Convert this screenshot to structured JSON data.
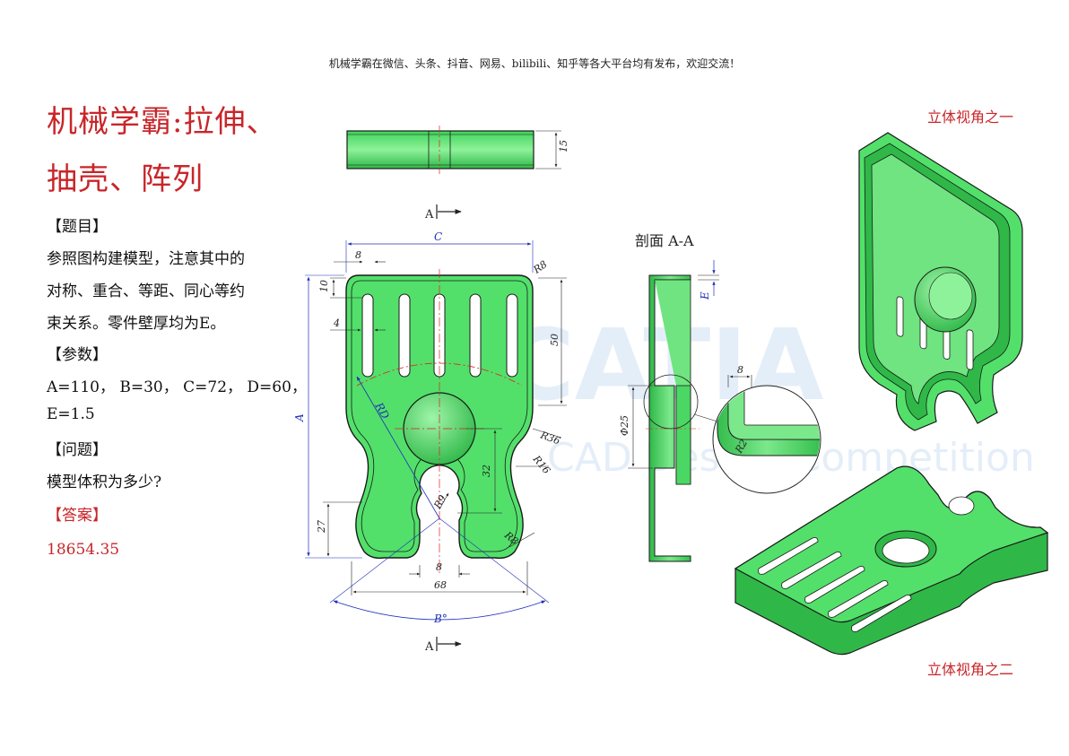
{
  "header": "机械学霸在微信、头条、抖音、网易、bilibili、知乎等各大平台均有发布，欢迎交流！",
  "title": {
    "line1": "机械学霸:拉伸、",
    "line2": "抽壳、阵列"
  },
  "problem": {
    "heading": "【题目】",
    "lines": [
      "参照图构建模型，注意其中的",
      "对称、重合、等距、同心等约",
      "束关系。零件壁厚均为E。"
    ]
  },
  "params": {
    "heading": "【参数】",
    "line1": "A=110， B=30， C=72， D=60，",
    "line2": "E=1.5"
  },
  "question": {
    "heading": "【问题】",
    "text": "模型体积为多少?"
  },
  "answer": {
    "heading": "【答案】",
    "value": "18654.35"
  },
  "drawing": {
    "section_mark": "A",
    "section_label": "剖面 A-A",
    "view_label_1": "立体视角之一",
    "view_label_2": "立体视角之二",
    "watermark": "CATIA",
    "watermark_sub": "CAD Design Competition",
    "dims": {
      "top_thickness": "15",
      "c": "C",
      "slot_w_top": "8",
      "r8_top": "R8",
      "slot_top_10": "10",
      "slot_w_4": "4",
      "slot_len_50": "50",
      "a": "A",
      "rd": "RD",
      "r36": "R36",
      "r16": "R16",
      "d32": "32",
      "r9": "R9",
      "d27": "27",
      "r8_bottom": "R8",
      "gap_8": "8",
      "w68": "68",
      "b": "B°",
      "sec_e": "E",
      "sec_8": "8",
      "sec_d25": "Φ25",
      "sec_r2": "R2"
    }
  },
  "colors": {
    "part_green": "#52e06a",
    "red_title": "#c8262a",
    "dim_blue": "#1f2fb8"
  }
}
